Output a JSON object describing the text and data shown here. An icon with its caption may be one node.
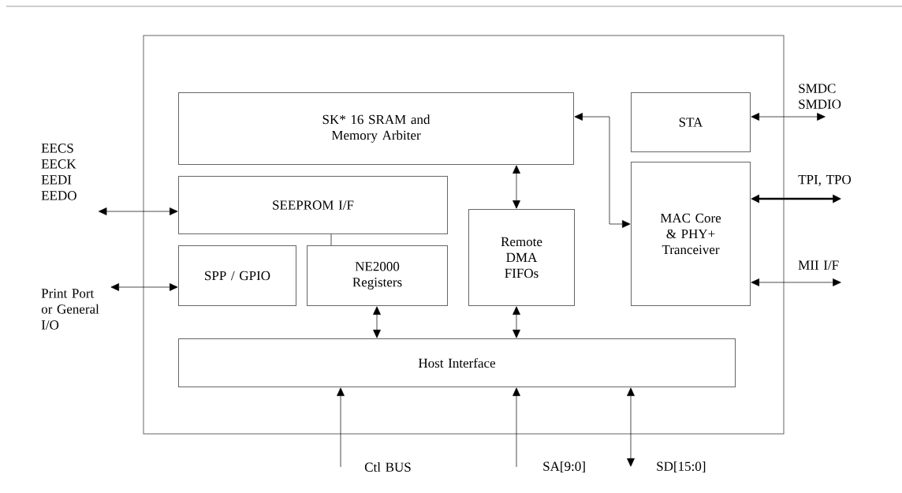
{
  "diagram": {
    "nodes": [
      {
        "text": [],
        "shape": "box"
      },
      {
        "text": [
          "SK* 16 SRAM and Memory Arbiter"
        ],
        "in": 0
      },
      {
        "text": [
          "SEEPROM I/F"
        ],
        "in": 0
      },
      {
        "text": [
          "SPP / GPIO"
        ],
        "in": 0
      },
      {
        "text": [
          "NE2000 Registers"
        ],
        "in": 0
      },
      {
        "text": [
          "Remote DMA FIFOs"
        ],
        "in": 0
      },
      {
        "text": [
          "STA"
        ],
        "in": 0
      },
      {
        "text": [
          "MAC Core & PHY+ Tranceiver"
        ],
        "in": 0
      },
      {
        "text": [
          "Host Interface"
        ],
        "in": 0
      },
      {
        "text": [
          "EECS EECK EEDI EEDO"
        ]
      },
      {
        "text": [
          "Print Port or General I/O"
        ]
      },
      {
        "text": [
          "SMDC SMDIO"
        ]
      },
      {
        "text": [
          "TPI, TPO"
        ]
      },
      {
        "text": [
          "MII I/F"
        ]
      },
      {
        "text": [
          "Ctl BUS"
        ]
      },
      {
        "text": [
          "SA[9:0]"
        ]
      },
      {
        "text": [
          "SD[15:0]"
        ]
      }
    ],
    "edges": [
      {
        "from": 9,
        "to": 2,
        "arrow": "both"
      },
      {
        "from": 10,
        "to": 3,
        "arrow": "both"
      },
      {
        "from": 1,
        "to": 5,
        "arrow": "both"
      },
      {
        "from": 1,
        "to": 7,
        "arrow": "both"
      },
      {
        "from": 2,
        "to": 4,
        "arrow": "none"
      },
      {
        "from": 4,
        "to": 8,
        "arrow": "both"
      },
      {
        "from": 5,
        "to": 8,
        "arrow": "both"
      },
      {
        "from": 6,
        "to": 11,
        "arrow": "both"
      },
      {
        "from": 7,
        "to": 12,
        "arrow": "both",
        "style": "thick"
      },
      {
        "from": 7,
        "to": 13,
        "arrow": "both"
      },
      {
        "from": 14,
        "to": 8,
        "arrow": "to"
      },
      {
        "from": 15,
        "to": 8,
        "arrow": "to"
      },
      {
        "from": 16,
        "to": 8,
        "arrow": "both"
      }
    ]
  }
}
